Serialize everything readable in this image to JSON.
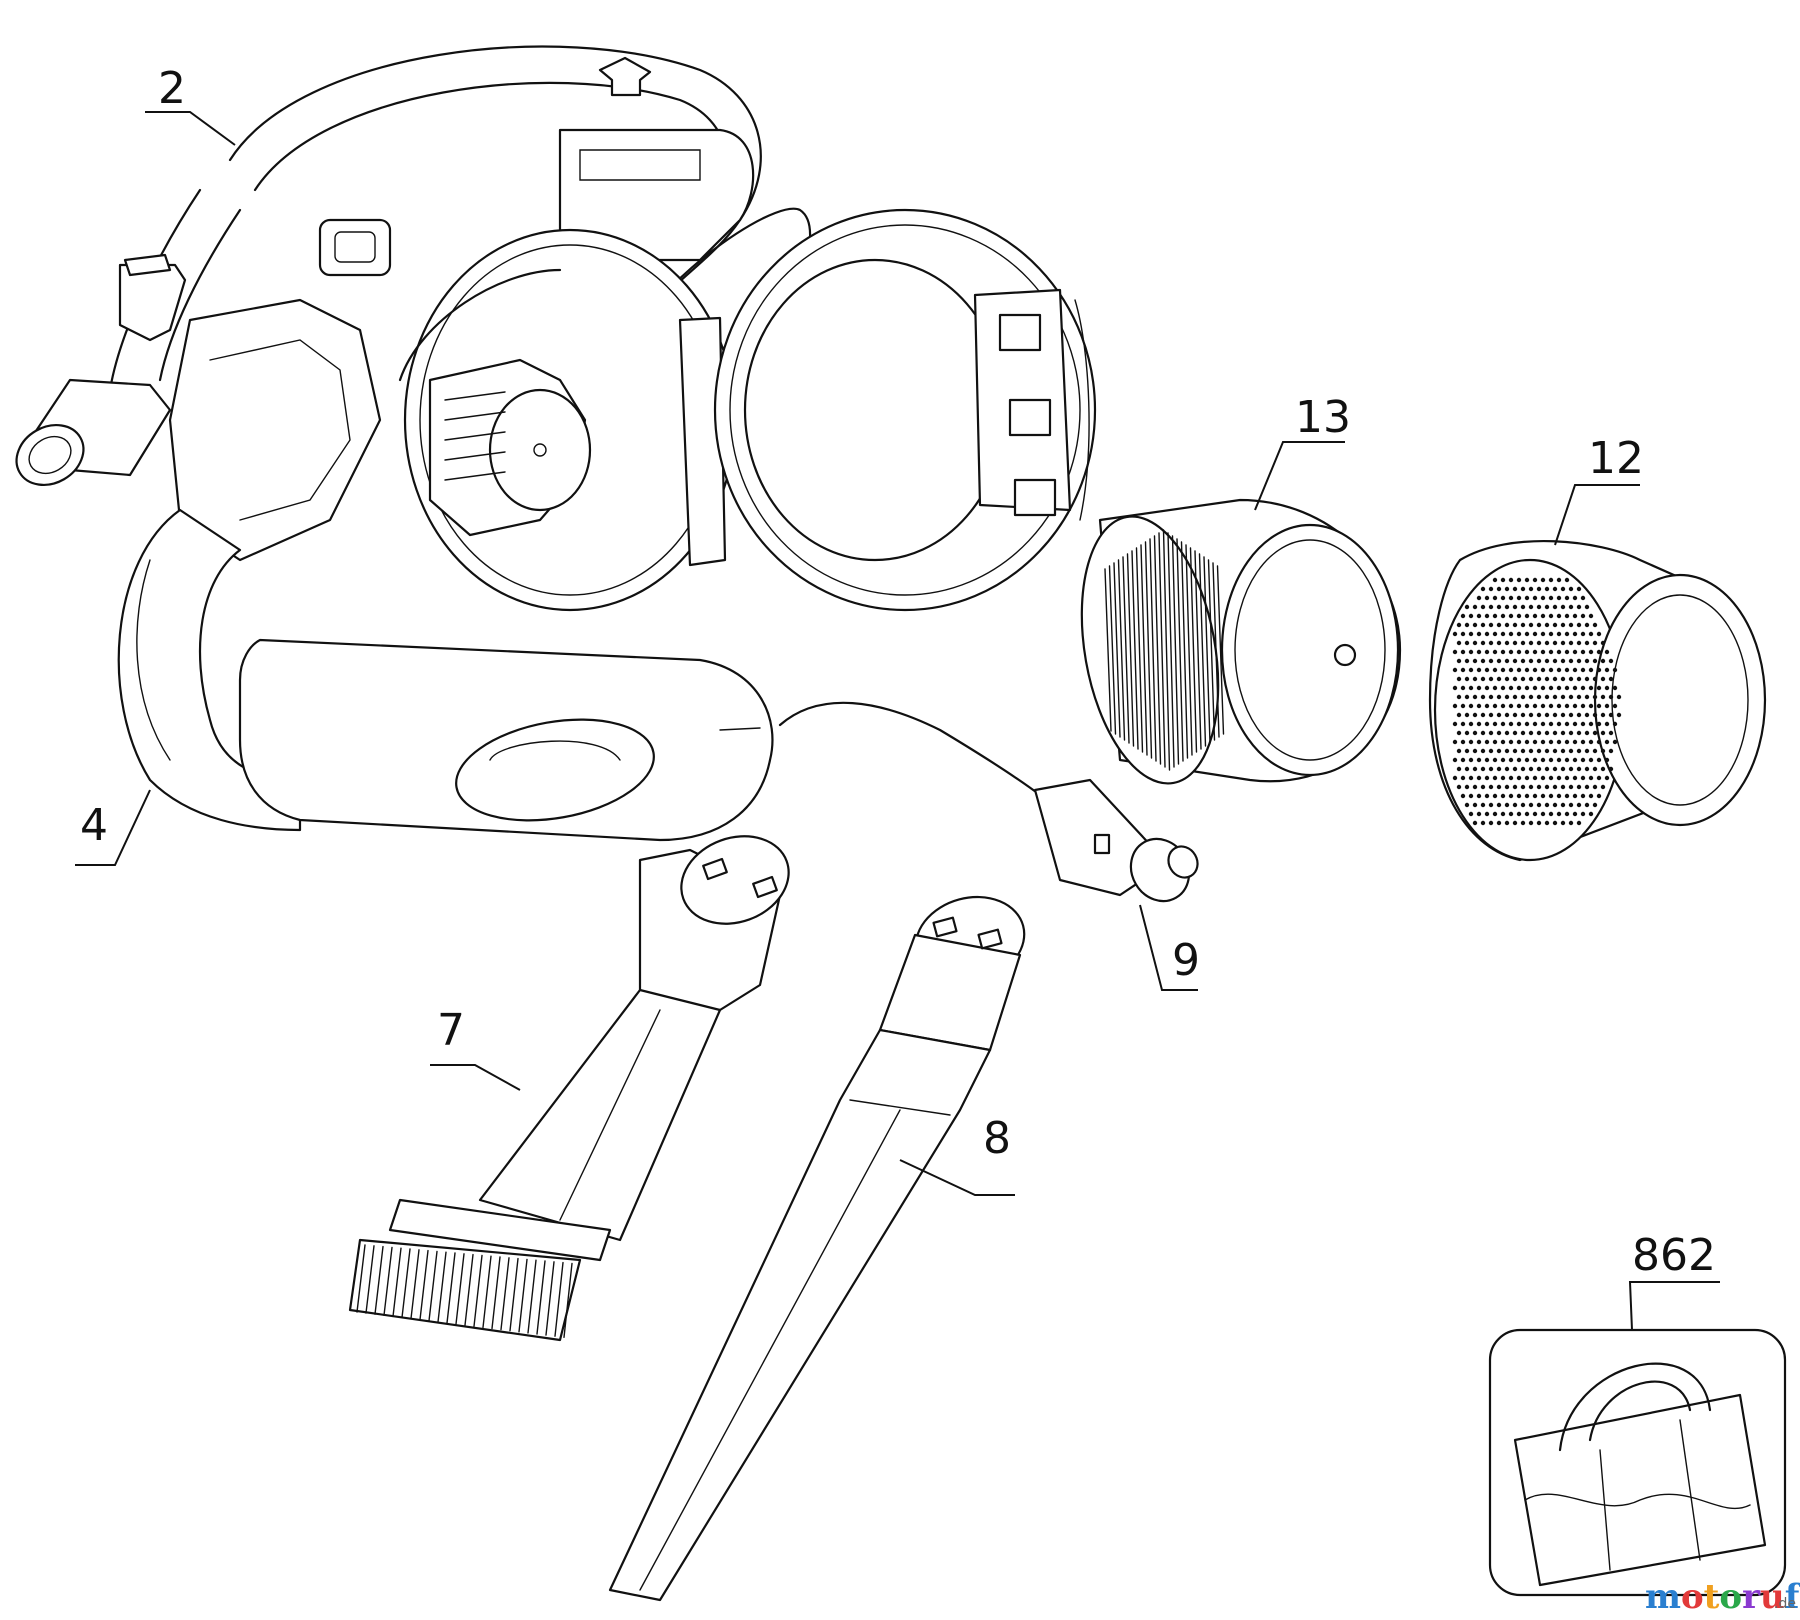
{
  "callouts": [
    {
      "id": "p2",
      "label": "2"
    },
    {
      "id": "p4",
      "label": "4"
    },
    {
      "id": "p7",
      "label": "7"
    },
    {
      "id": "p8",
      "label": "8"
    },
    {
      "id": "p9",
      "label": "9"
    },
    {
      "id": "p12",
      "label": "12"
    },
    {
      "id": "p13",
      "label": "13"
    },
    {
      "id": "p862",
      "label": "862"
    }
  ],
  "watermark": {
    "letters": [
      "m",
      "o",
      "t",
      "o",
      "r",
      "u",
      "f"
    ],
    "colors": [
      "#2a7fd0",
      "#e23a3a",
      "#f0a020",
      "#2aa84a",
      "#8a3ad0",
      "#e23a3a",
      "#2a7fd0"
    ],
    "suffix": ".de"
  }
}
